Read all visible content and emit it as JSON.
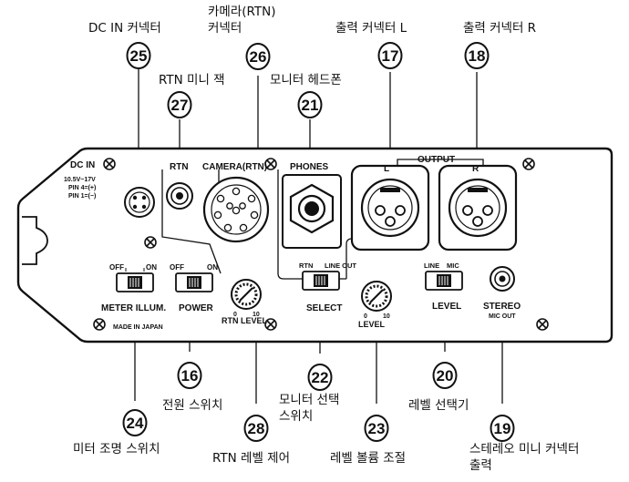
{
  "callouts": [
    {
      "num": "25",
      "label": "DC IN 커넥터"
    },
    {
      "num": "26",
      "label": "카메라(RTN)\n커넥터"
    },
    {
      "num": "17",
      "label": "출력 커넥터 L"
    },
    {
      "num": "18",
      "label": "출력 커넥터 R"
    },
    {
      "num": "27",
      "label": "RTN 미니 잭"
    },
    {
      "num": "21",
      "label": "모니터 헤드폰"
    },
    {
      "num": "16",
      "label": "전원 스위치"
    },
    {
      "num": "22",
      "label": "모니터 선택\n스위치"
    },
    {
      "num": "20",
      "label": "레벨 선택기"
    },
    {
      "num": "24",
      "label": "미터 조명 스위치"
    },
    {
      "num": "28",
      "label": "RTN 레벨 제어"
    },
    {
      "num": "23",
      "label": "레벨 볼륨 조절"
    },
    {
      "num": "19",
      "label": "스테레오 미니 커넥터\n출력"
    }
  ],
  "panel": {
    "dc_in": "DC IN",
    "dc_spec1": "10.5V~17V",
    "dc_spec2": "PIN 4=(+)",
    "dc_spec3": "PIN 1=(−)",
    "rtn": "RTN",
    "camera_rtn": "CAMERA(RTN)",
    "phones": "PHONES",
    "output": "OUTPUT",
    "out_l": "L",
    "out_r": "R",
    "off1": "OFF",
    "on1": "ON",
    "off2": "OFF",
    "on2": "ON",
    "meter_illum": "METER ILLUM.",
    "power": "POWER",
    "rtn_sel": "RTN",
    "line_out": "LINE OUT",
    "select": "SELECT",
    "line": "LINE",
    "mic": "MIC",
    "level_sel": "LEVEL",
    "stereo": "STEREO",
    "mic_out": "MIC OUT",
    "rtn_level": "RTN LEVEL",
    "level": "LEVEL",
    "dial_zero": "0",
    "dial_ten": "10",
    "dial_zero_b": "0",
    "dial_ten_b": "10",
    "made_in_japan": "MADE IN JAPAN"
  }
}
